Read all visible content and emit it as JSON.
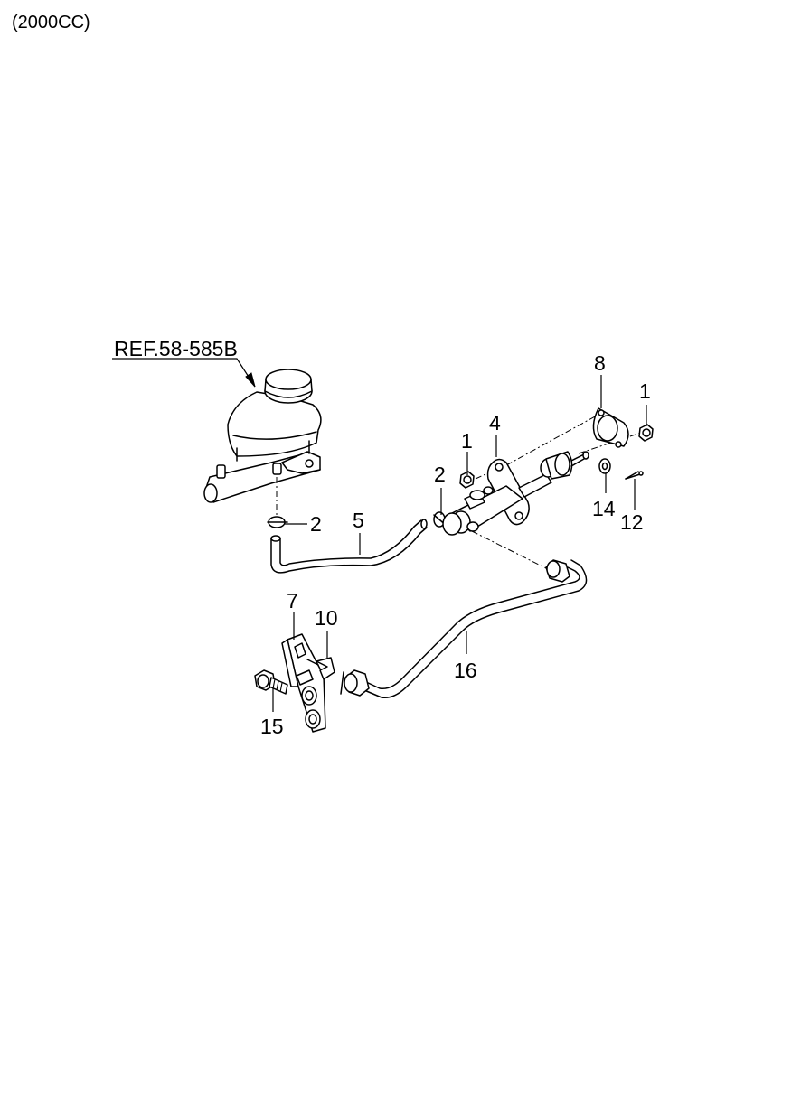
{
  "header": {
    "title": "(2000CC)"
  },
  "reference": {
    "label": "REF.58-585B"
  },
  "callouts": {
    "p1a": "1",
    "p1b": "1",
    "p2a": "2",
    "p2b": "2",
    "p4": "4",
    "p5": "5",
    "p7": "7",
    "p8": "8",
    "p10": "10",
    "p12": "12",
    "p14": "14",
    "p15": "15",
    "p16": "16"
  }
}
